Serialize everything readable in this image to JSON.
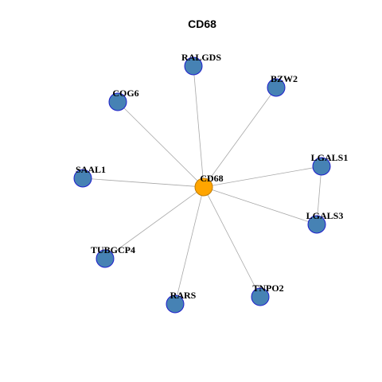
{
  "title": "CD68",
  "colors": {
    "hub_fill": "#FFA500",
    "hub_stroke": "#C07A00",
    "node_fill": "#4682B4",
    "node_stroke": "#1E1ECC",
    "edge": "#A8A8A8"
  },
  "nodes": [
    {
      "id": "CD68",
      "label": "CD68",
      "hub": true
    },
    {
      "id": "RALGDS",
      "label": "RALGDS"
    },
    {
      "id": "BZW2",
      "label": "BZW2"
    },
    {
      "id": "COG6",
      "label": "COG6"
    },
    {
      "id": "LGALS1",
      "label": "LGALS1"
    },
    {
      "id": "SAAL1",
      "label": "SAAL1"
    },
    {
      "id": "LGALS3",
      "label": "LGALS3"
    },
    {
      "id": "TUBGCP4",
      "label": "TUBGCP4"
    },
    {
      "id": "TNPO2",
      "label": "TNPO2"
    },
    {
      "id": "RARS",
      "label": "RARS"
    }
  ],
  "edges": [
    [
      "CD68",
      "RALGDS"
    ],
    [
      "CD68",
      "BZW2"
    ],
    [
      "CD68",
      "COG6"
    ],
    [
      "CD68",
      "LGALS1"
    ],
    [
      "CD68",
      "SAAL1"
    ],
    [
      "CD68",
      "LGALS3"
    ],
    [
      "CD68",
      "TUBGCP4"
    ],
    [
      "CD68",
      "TNPO2"
    ],
    [
      "CD68",
      "RARS"
    ],
    [
      "LGALS1",
      "LGALS3"
    ]
  ]
}
